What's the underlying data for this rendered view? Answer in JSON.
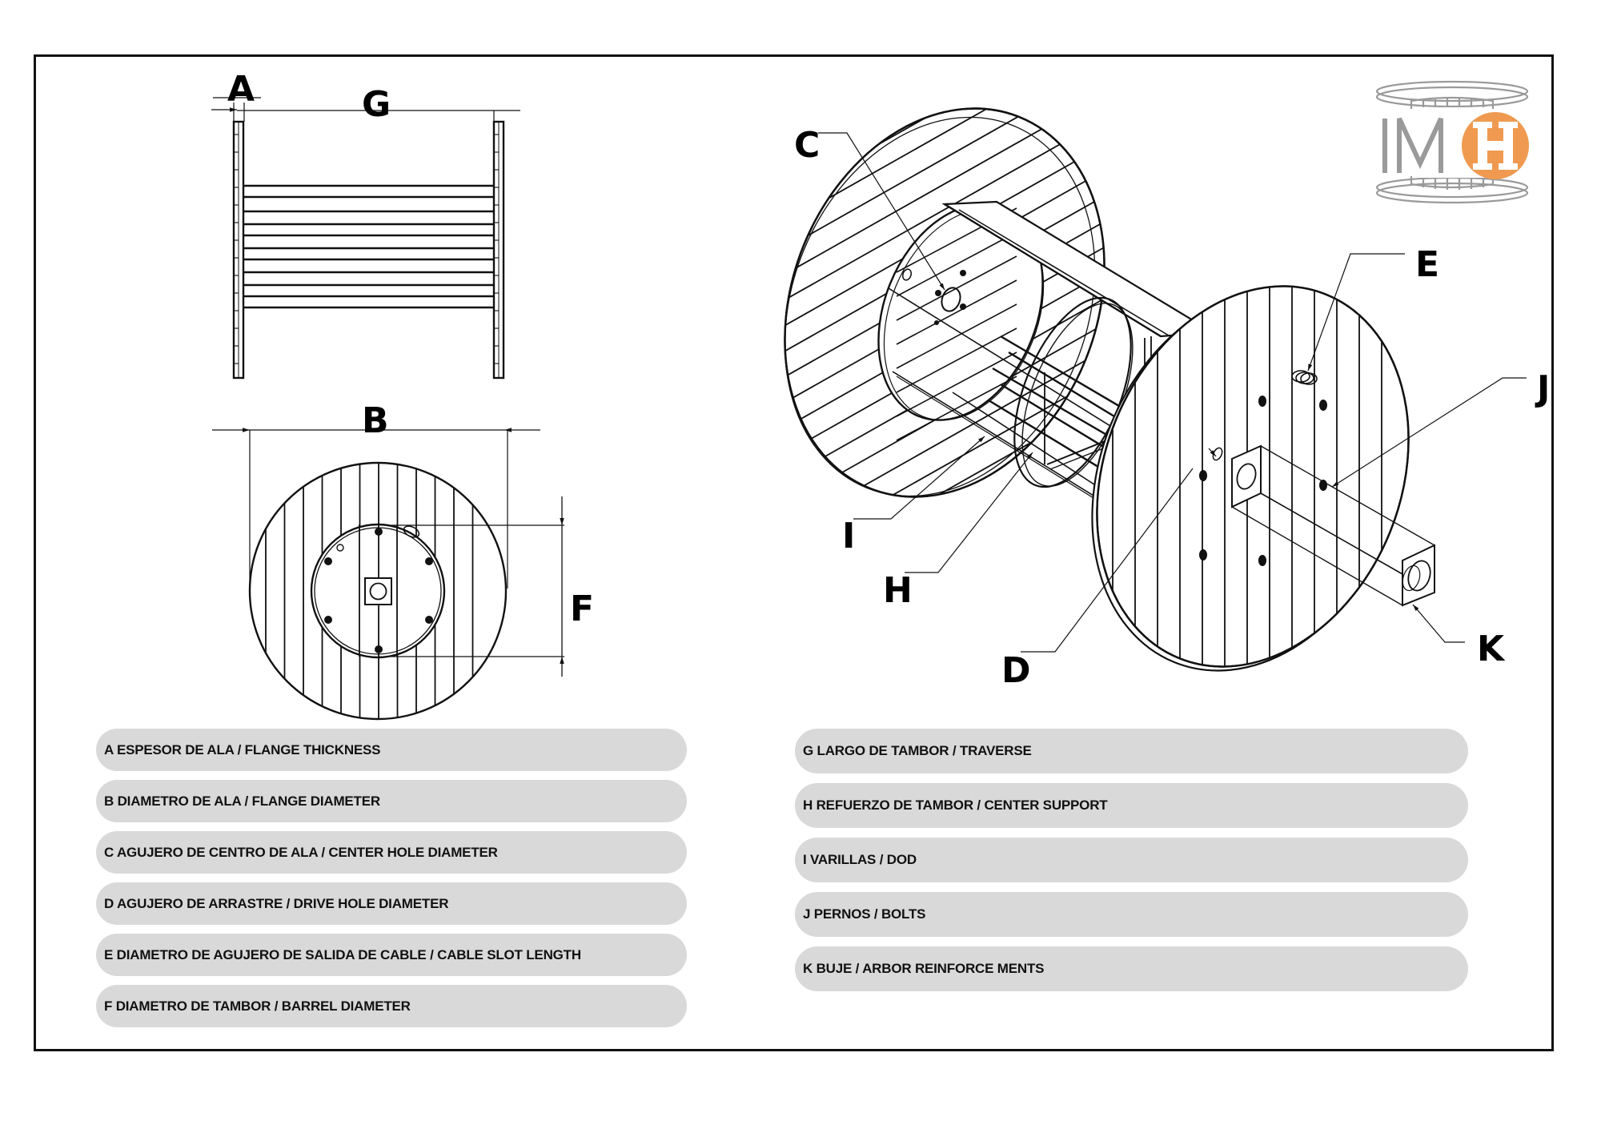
{
  "drawing": {
    "side_view_labels": {
      "flange_thickness": "A",
      "traverse": "G"
    },
    "front_view_labels": {
      "flange_diameter": "B",
      "barrel_diameter": "F"
    },
    "isometric_labels": {
      "center_hole": "C",
      "cable_slot": "E",
      "bolts": "J",
      "rods": "I",
      "center_support": "H",
      "drive_hole": "D",
      "arbor": "K"
    }
  },
  "logo": {
    "text": "IMH",
    "colors": {
      "gray": "#9a9a9a",
      "orange": "#ef9a50"
    }
  },
  "legend": {
    "left": [
      {
        "text": "A ESPESOR DE ALA / FLANGE THICKNESS"
      },
      {
        "text": "B DIAMETRO DE ALA / FLANGE DIAMETER"
      },
      {
        "text": "C AGUJERO DE CENTRO DE ALA / CENTER HOLE DIAMETER"
      },
      {
        "text": "D AGUJERO DE ARRASTRE / DRIVE HOLE DIAMETER"
      },
      {
        "text": "E DIAMETRO DE AGUJERO DE SALIDA DE CABLE / CABLE SLOT LENGTH"
      },
      {
        "text": "F DIAMETRO DE TAMBOR / BARREL DIAMETER"
      }
    ],
    "right": [
      {
        "text": "G LARGO DE TAMBOR / TRAVERSE"
      },
      {
        "text": "H REFUERZO DE TAMBOR / CENTER SUPPORT"
      },
      {
        "text": "I VARILLAS / DOD"
      },
      {
        "text": "J PERNOS / BOLTS"
      },
      {
        "text": "K BUJE / ARBOR REINFORCE MENTS"
      }
    ]
  },
  "colors": {
    "pill_bg": "#d9d9d9",
    "ink": "#111111",
    "border": "#111111"
  }
}
